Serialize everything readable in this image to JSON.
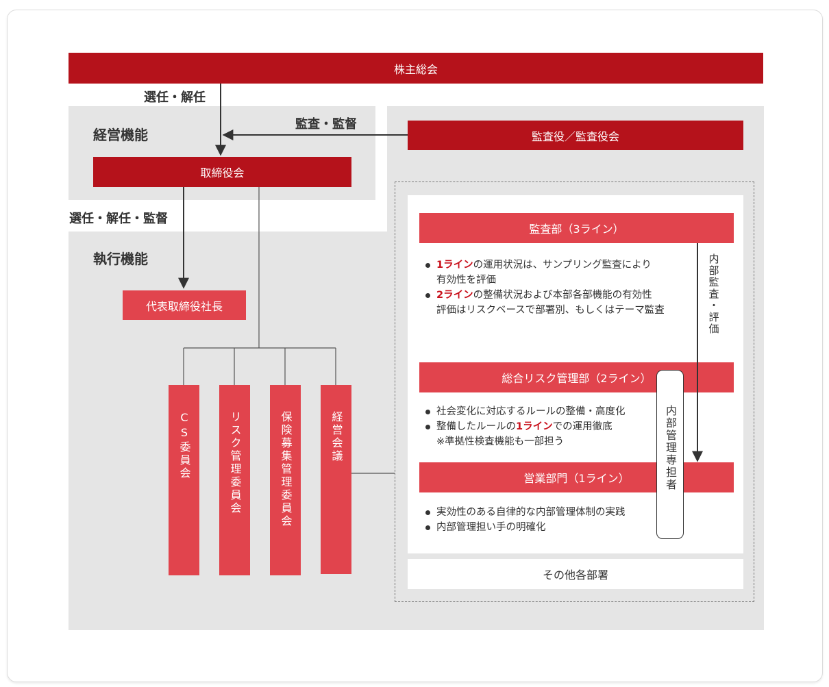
{
  "shareholders": "株主総会",
  "labels": {
    "elect_dismiss": "選任・解任",
    "audit_supervise": "監査・監督",
    "elect_dismiss_supervise": "選任・解任・監督",
    "management_function": "経営機能",
    "execution_function": "執行機能"
  },
  "auditors": "監査役／監査役会",
  "board": "取締役会",
  "president": "代表取締役社長",
  "committees": [
    "CS委員会",
    "リスク管理委員会",
    "保険募集管理委員会",
    "経営会議"
  ],
  "audit_dept": {
    "title": "監査部（3ライン）",
    "bullets": [
      {
        "hl": "1ライン",
        "text": "の運用状況は、サンプリング監査により",
        "cont": "有効性を評価"
      },
      {
        "hl": "2ライン",
        "text": "の整備状況および本部各部機能の有効性",
        "cont": "評価はリスクベースで部署別、もしくはテーマ監査"
      }
    ]
  },
  "internal_audit_label": "内部監査・評価",
  "risk_dept": {
    "title": "総合リスク管理部（2ライン）",
    "bullet1": "社会変化に対応するルールの整備・高度化",
    "bullet2_pre": "整備したルールの",
    "bullet2_hl": "1ライン",
    "bullet2_post": "での運用徹底",
    "note": "※準拠性検査機能も一部担う"
  },
  "internal_manager": "内部管理専担者",
  "sales_dept": {
    "title": "営業部門（1ライン）",
    "bullets": [
      "実効性のある自律的な内部管理体制の実践",
      "内部管理担い手の明確化"
    ]
  },
  "other_depts": "その他各部署",
  "colors": {
    "dark_red": "#b5121b",
    "pink_red": "#e1444d",
    "gray_bg": "#e5e5e5"
  }
}
